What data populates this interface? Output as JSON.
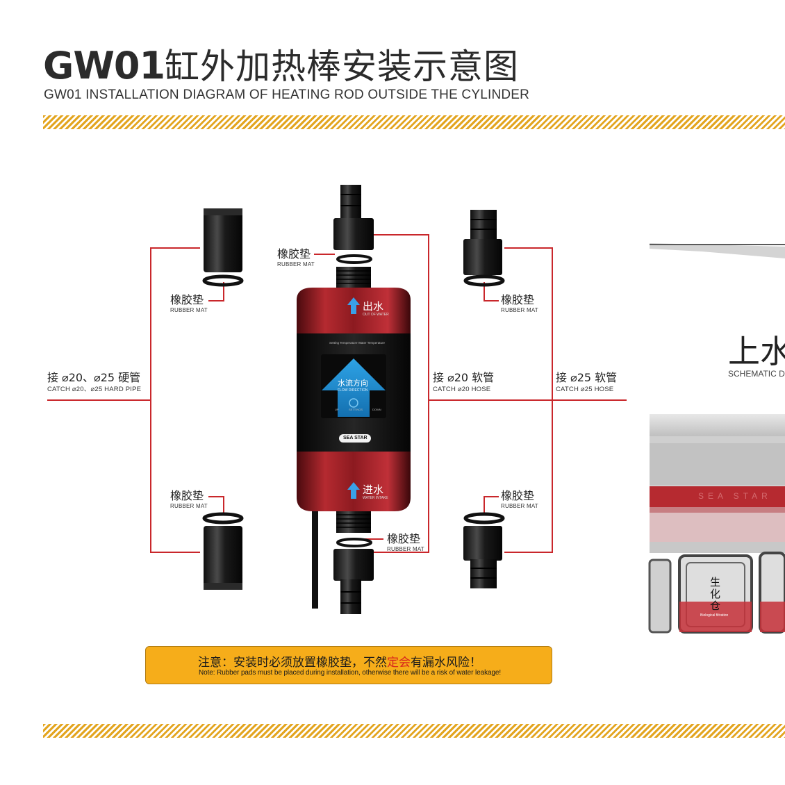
{
  "title": {
    "model": "GW01",
    "cn": "缸外加热棒安装示意图",
    "en": "GW01 INSTALLATION DIAGRAM OF HEATING ROD OUTSIDE THE CYLINDER"
  },
  "labels": {
    "rubber_mat_cn": "橡胶垫",
    "rubber_mat_en": "RUBBER MAT",
    "hard_pipe_cn": "接 ⌀20、⌀25 硬管",
    "hard_pipe_en": "CATCH ⌀20、⌀25  HARD PIPE",
    "hose20_cn": "接 ⌀20 软管",
    "hose20_en": "CATCH  ⌀20  HOSE",
    "hose25_cn": "接 ⌀25 软管",
    "hose25_en": "CATCH  ⌀25  HOSE"
  },
  "device": {
    "out_cn": "出水",
    "out_en": "OUT OF WATER",
    "in_cn": "进水",
    "in_en": "WATER INTAKE",
    "flow_cn": "水流方向",
    "flow_en": "FLOW DIRECTION",
    "screen_header": "Setting Temperature   Water Temperature",
    "btn_up": "UP",
    "btn_settings": "SETTINGS",
    "btn_down": "DOWN",
    "brand": "SEA STAR"
  },
  "warning": {
    "cn_prefix": "注意：安装时必须放置橡胶垫，不然",
    "cn_red": "定会",
    "cn_suffix": "有漏水风险！",
    "en": "Note: Rubber pads must be placed during installation, otherwise there will be a risk of water leakage!"
  },
  "side_panel": {
    "title": "上水",
    "en": "SCHEMATIC D",
    "brand_text": "SEA STAR",
    "compartment_label": "生化仓",
    "compartment_en": "Biological filtration"
  },
  "colors": {
    "stripe": "#e3a51f",
    "line_red": "#c9272b",
    "device_red": "#9b1c22",
    "screen_blue": "#1e8fd1",
    "warning_bg": "#f6ad1a",
    "warning_red": "#d8261c"
  }
}
